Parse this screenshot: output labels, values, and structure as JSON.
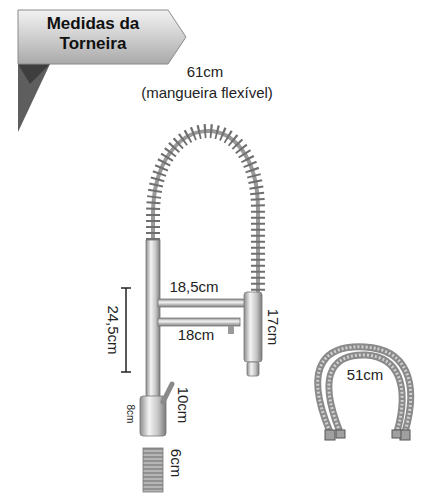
{
  "diagram": {
    "title": "Medidas da Torneira",
    "labels": [
      "61cm",
      "(mangueira flexível)",
      "18,5cm",
      "18cm",
      "17cm",
      "24,5cm",
      "10cm",
      "8cm",
      "6cm",
      "51cm"
    ]
  }
}
